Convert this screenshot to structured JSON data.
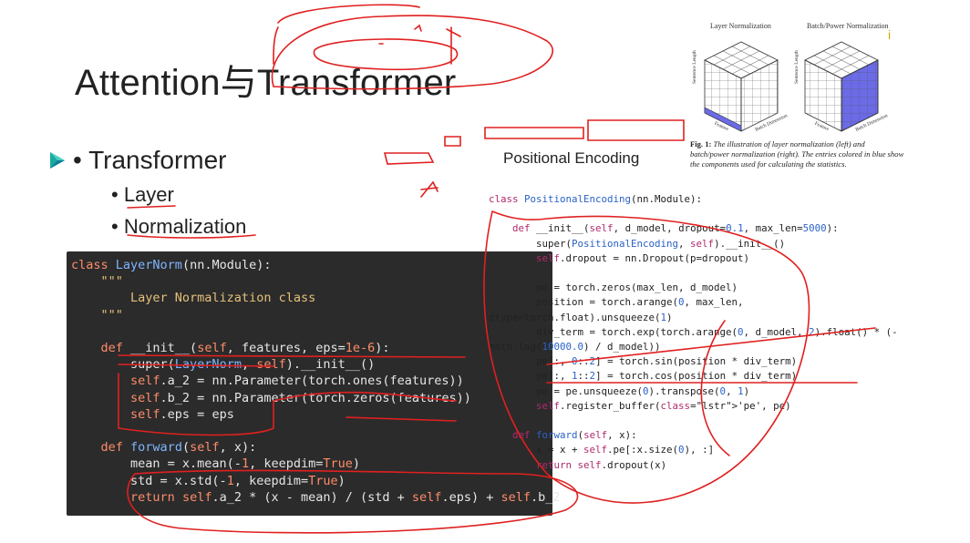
{
  "slide": {
    "title": "Attention与Transformer",
    "bullets": [
      "Transformer",
      "Layer",
      "Normalization"
    ]
  },
  "left_code": {
    "language": "python",
    "lines": [
      "class LayerNorm(nn.Module):",
      "    \"\"\"",
      "        Layer Normalization class",
      "    \"\"\"",
      "",
      "    def __init__(self, features, eps=1e-6):",
      "        super(LayerNorm, self).__init__()",
      "        self.a_2 = nn.Parameter(torch.ones(features))",
      "        self.b_2 = nn.Parameter(torch.zeros(features))",
      "        self.eps = eps",
      "",
      "    def forward(self, x):",
      "        mean = x.mean(-1, keepdim=True)",
      "        std = x.std(-1, keepdim=True)",
      "        return self.a_2 * (x - mean) / (std + self.eps) + self.b_2"
    ]
  },
  "right_code": {
    "heading": "Positional Encoding",
    "lines": [
      "class PositionalEncoding(nn.Module):",
      "",
      "    def __init__(self, d_model, dropout=0.1, max_len=5000):",
      "        super(PositionalEncoding, self).__init__()",
      "        self.dropout = nn.Dropout(p=dropout)",
      "",
      "        pe = torch.zeros(max_len, d_model)",
      "        position = torch.arange(0, max_len,",
      "dtype=torch.float).unsqueeze(1)",
      "        div_term = torch.exp(torch.arange(0, d_model, 2).float() * (-",
      "math.log(10000.0) / d_model))",
      "        pe[:, 0::2] = torch.sin(position * div_term)",
      "        pe[:, 1::2] = torch.cos(position * div_term)",
      "        pe = pe.unsqueeze(0).transpose(0, 1)",
      "        self.register_buffer('pe', pe)",
      "",
      "    def forward(self, x):",
      "        x = x + self.pe[:x.size(0), :]",
      "        return self.dropout(x)"
    ]
  },
  "figure": {
    "left_title": "Layer Normalization",
    "right_title": "Batch/Power Normalization",
    "axis_sentence_length": "Sentence Length",
    "axis_features": "Feature",
    "axis_batch": "Batch Dimension",
    "caption_label": "Fig. 1:",
    "caption_text": "The illustration of layer normalization (left) and batch/power normalization (right). The entries colored in blue show the components used for calculating the statistics.",
    "highlight_color": "#6b6be8"
  },
  "annotation_color": "#e02020",
  "edge_mark": "i"
}
